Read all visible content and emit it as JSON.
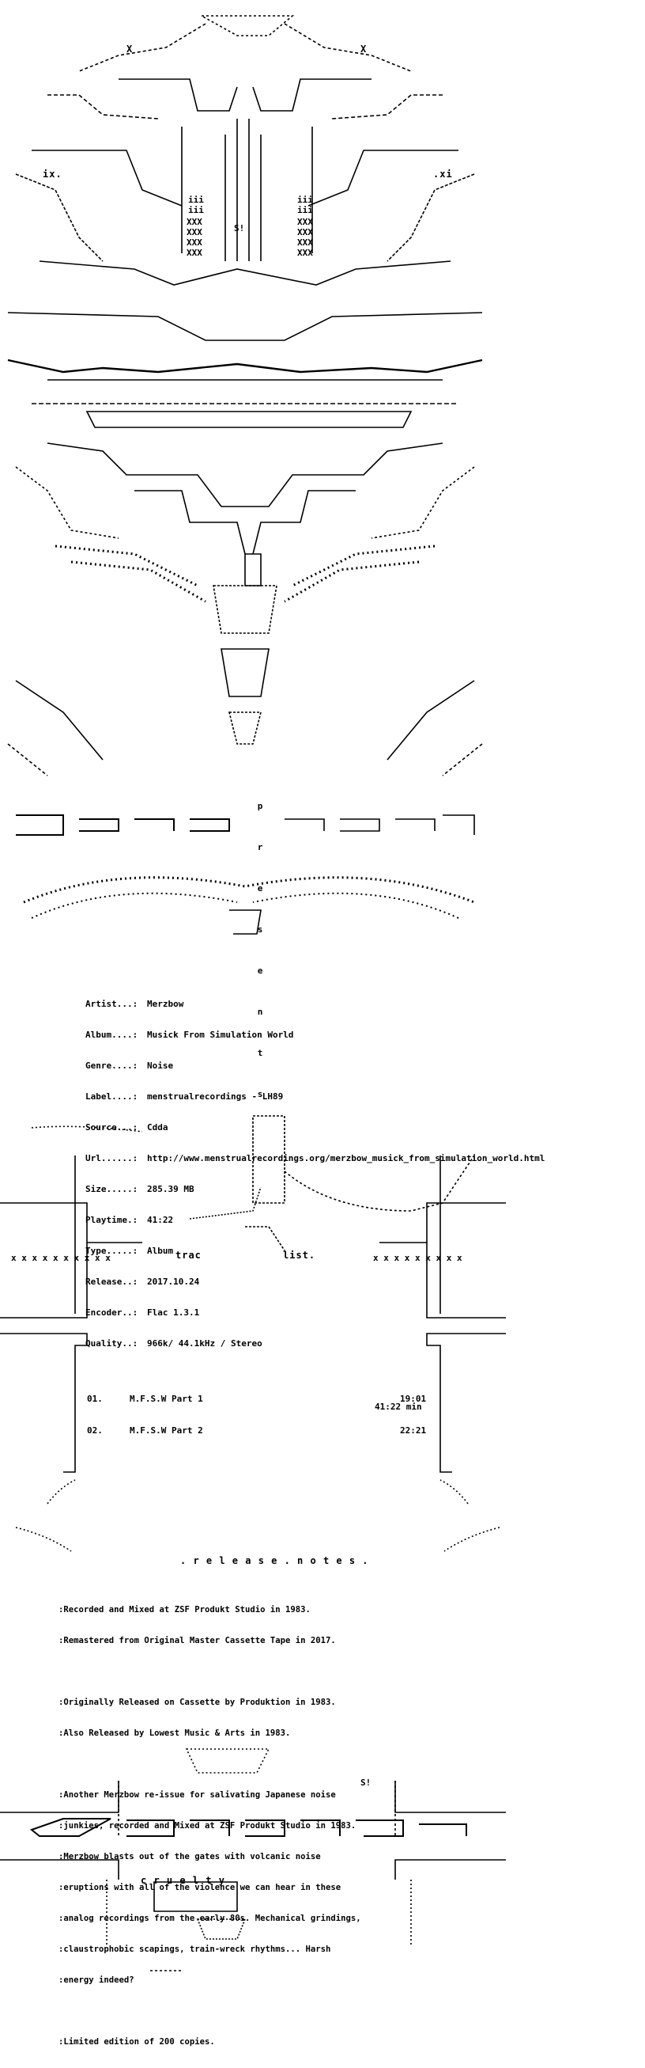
{
  "presents": [
    "p",
    "r",
    "e",
    "s",
    "e",
    "n",
    "t",
    "s"
  ],
  "tracklist_label": "trac",
  "tracklist_label_end": "list.",
  "info": [
    {
      "key": "Artist...:",
      "value": "Merzbow"
    },
    {
      "key": "Album....:",
      "value": "Musick From Simulation World"
    },
    {
      "key": "Genre....:",
      "value": "Noise"
    },
    {
      "key": "Label....:",
      "value": "menstrualrecordings - LH89"
    },
    {
      "key": "Source...:",
      "value": "Cdda"
    },
    {
      "key": "Url......:",
      "value": "http://www.menstrualrecordings.org/merzbow_musick_from_simulation_world.html"
    },
    {
      "key": "Size.....:",
      "value": "285.39 MB"
    },
    {
      "key": "Playtime.:",
      "value": "41:22"
    },
    {
      "key": "Type.....:",
      "value": "Album"
    },
    {
      "key": "Release..:",
      "value": "2017.10.24"
    },
    {
      "key": "Encoder..:",
      "value": "Flac 1.3.1"
    },
    {
      "key": "Quality..:",
      "value": "966k/ 44.1kHz / Stereo"
    }
  ],
  "tracks": [
    {
      "no": "01.",
      "title": "M.F.S.W Part 1",
      "duration": "19:01"
    },
    {
      "no": "02.",
      "title": "M.F.S.W Part 2",
      "duration": "22:21"
    }
  ],
  "total_time": "41:22 min",
  "release_notes_label": ". r e l e a s e . n o t e s .",
  "release_notes": [
    ":Recorded and Mixed at ZSF Produkt Studio in 1983.",
    ":Remastered from Original Master Cassette Tape in 2017.",
    "",
    ":Originally Released on Cassette by Produktion in 1983.",
    ":Also Released by Lowest Music & Arts in 1983.",
    "",
    ":Another Merzbow re-issue for salivating Japanese noise",
    ":junkies, recorded and Mixed at ZSF Produkt Studio in 1983.",
    ":Merzbow blasts out of the gates with volcanic noise",
    ":eruptions with all of the violence we can hear in these",
    ":analog recordings from the early 80s. Mechanical grindings,",
    ":claustrophobic scapings, train-wreck rhythms... Harsh",
    ":energy indeed?",
    "",
    ":Limited edition of 200 copies."
  ],
  "cruelty_label": "c r u e l t y",
  "art_marks": {
    "top_x": "X",
    "top_ix": "ix.",
    "top_xi": ".xi",
    "top_iii": [
      "iii",
      "iii"
    ],
    "top_iii2": [
      "iii",
      "iii"
    ],
    "top_xxx": [
      "XXX",
      "XXX",
      "XXX",
      "XXX"
    ],
    "top_xxx2": [
      "XXX",
      "XXX",
      "XXX",
      "XXX"
    ],
    "top_s": "S!",
    "footer_s": "S!",
    "x_row_left": "x x x x x x x x x x",
    "x_row_right": "x x x x x x x x x"
  }
}
